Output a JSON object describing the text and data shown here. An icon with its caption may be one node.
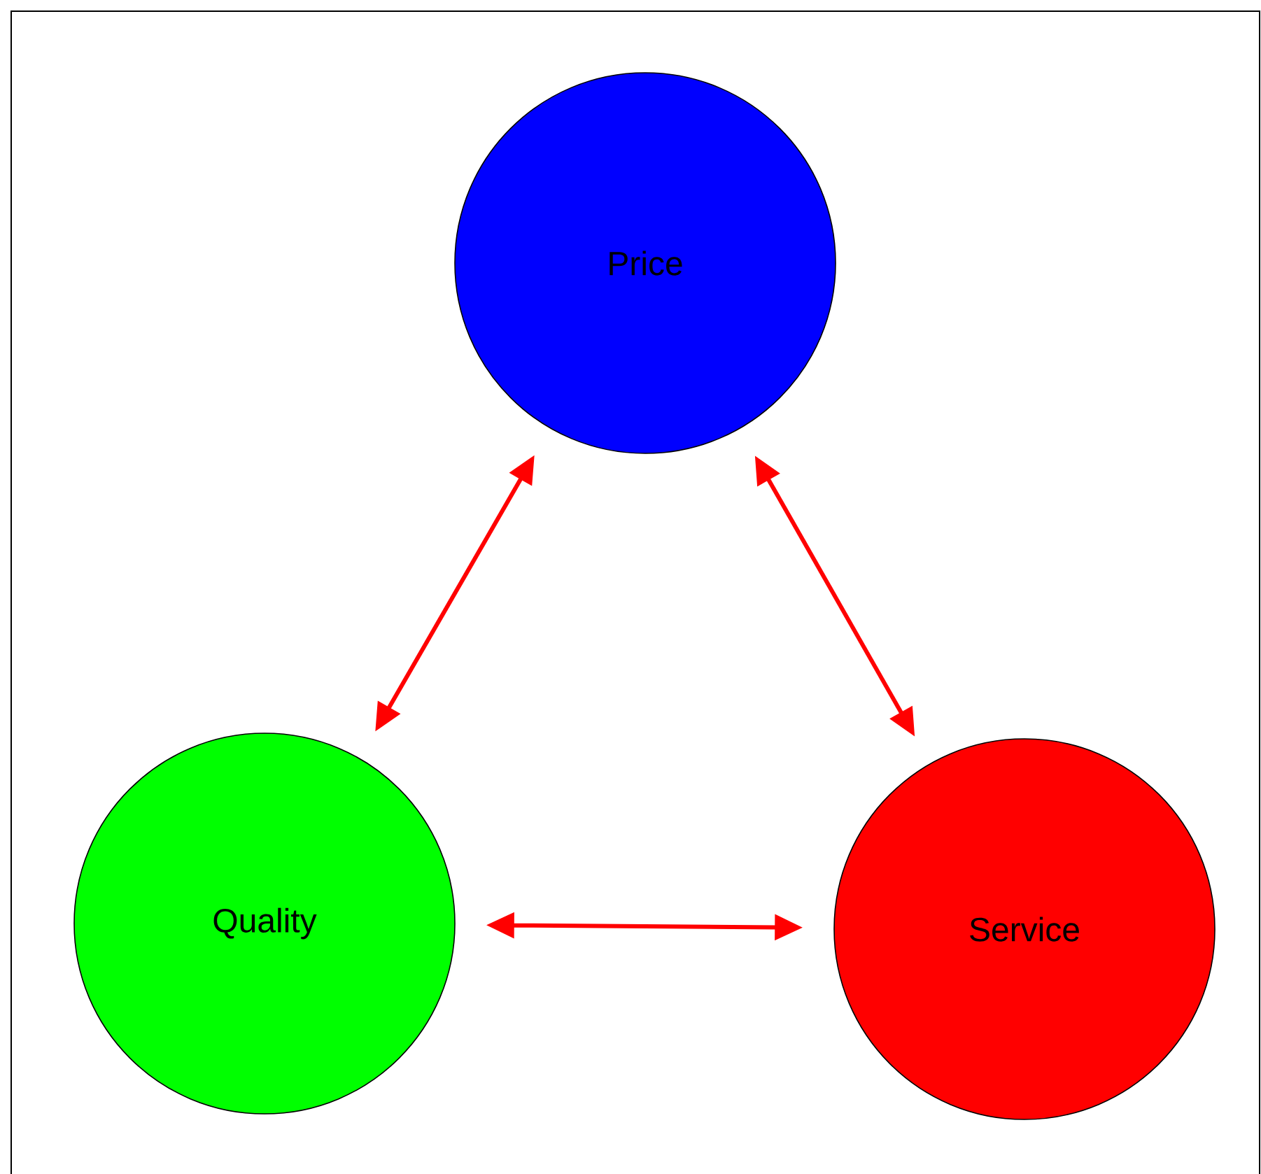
{
  "diagram": {
    "nodes": [
      {
        "text": [
          "Price"
        ]
      },
      {
        "text": [
          "Quality"
        ]
      },
      {
        "text": [
          "Service"
        ]
      }
    ],
    "edges": [
      {
        "from": 0,
        "to": 1,
        "arrow": "both"
      },
      {
        "from": 0,
        "to": 2,
        "arrow": "both"
      },
      {
        "from": 1,
        "to": 2,
        "arrow": "both"
      }
    ]
  }
}
